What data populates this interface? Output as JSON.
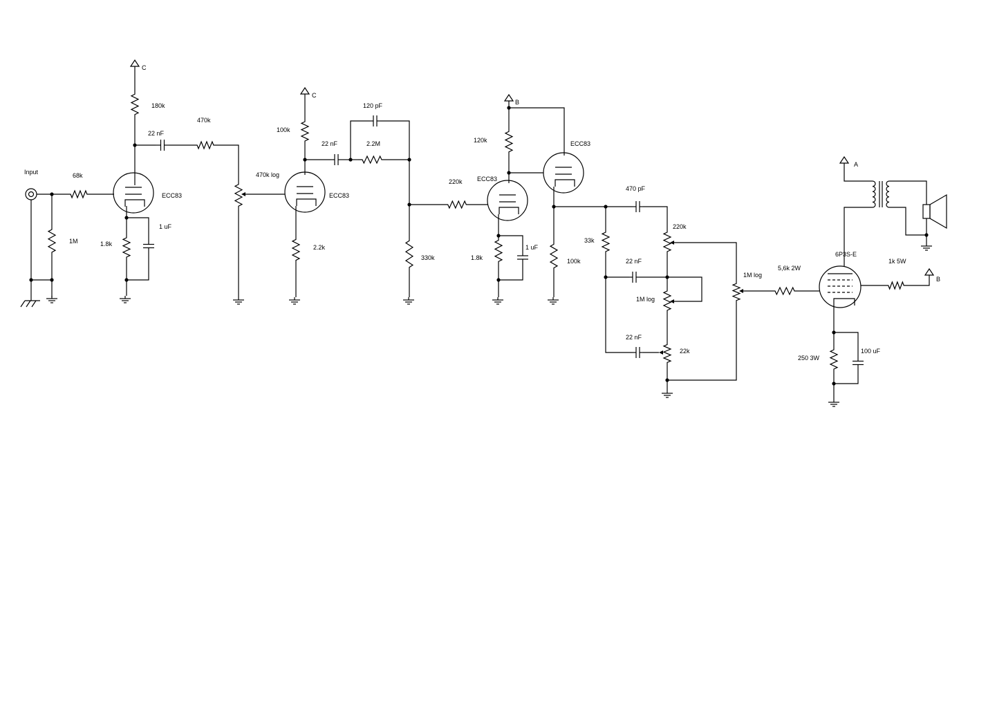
{
  "schematic": {
    "labels": {
      "input": "Input",
      "rail_c1": "C",
      "rail_c2": "C",
      "rail_b1": "B",
      "rail_b2": "B",
      "rail_a": "A",
      "r_68k": "68k",
      "r_1m": "1M",
      "r_180k": "180k",
      "c_22nf_1": "22 nF",
      "r_470k": "470k",
      "tube_ecc83_1": "ECC83",
      "r_1_8k_1": "1.8k",
      "c_1uf_1": "1 uF",
      "pot_470k_log": "470k log",
      "r_100k_1": "100k",
      "c_22nf_2": "22 nF",
      "c_120pf": "120 pF",
      "r_2_2m": "2.2M",
      "tube_ecc83_2": "ECC83",
      "r_2_2k": "2.2k",
      "r_330k": "330k",
      "r_220k": "220k",
      "r_120k": "120k",
      "tube_ecc83_3": "ECC83",
      "tube_ecc83_4": "ECC83",
      "r_1_8k_2": "1.8k",
      "c_1uf_2": "1 uF",
      "r_100k_2": "100k",
      "c_470pf": "470 pF",
      "r_33k": "33k",
      "pot_220k": "220k",
      "c_22nf_3": "22 nF",
      "pot_1m_log_tone": "1M log",
      "c_22nf_4": "22 nF",
      "pot_22k": "22k",
      "pot_1m_log_vol": "1M log",
      "r_5_6k_2w": "5,6k 2W",
      "tube_6p3s": "6P3S-E",
      "r_1k_5w": "1k 5W",
      "r_250_3w": "250 3W",
      "c_100uf": "100 uF"
    }
  }
}
